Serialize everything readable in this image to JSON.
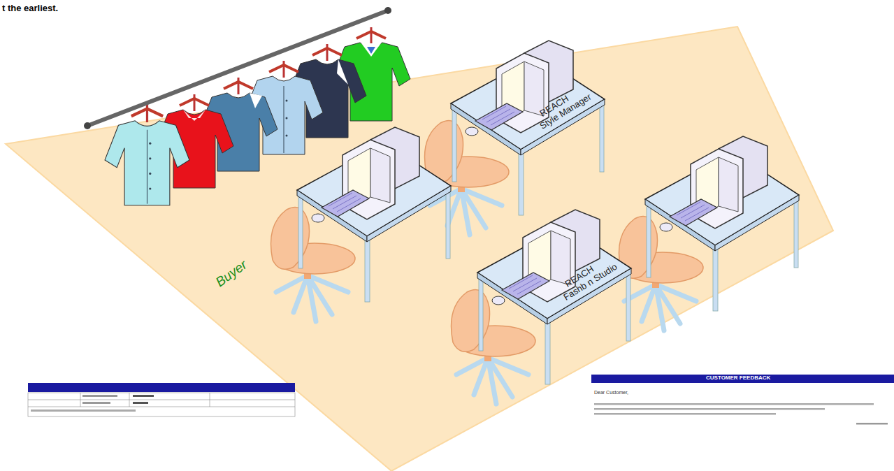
{
  "diagram": {
    "labels": [
      "t the earliest.",
      "REACH",
      "Style Manager",
      "REACH",
      "Fashb n Studio",
      "Buyer",
      "CUSTOMER FEEDBACK",
      "Dear Customer,"
    ]
  }
}
